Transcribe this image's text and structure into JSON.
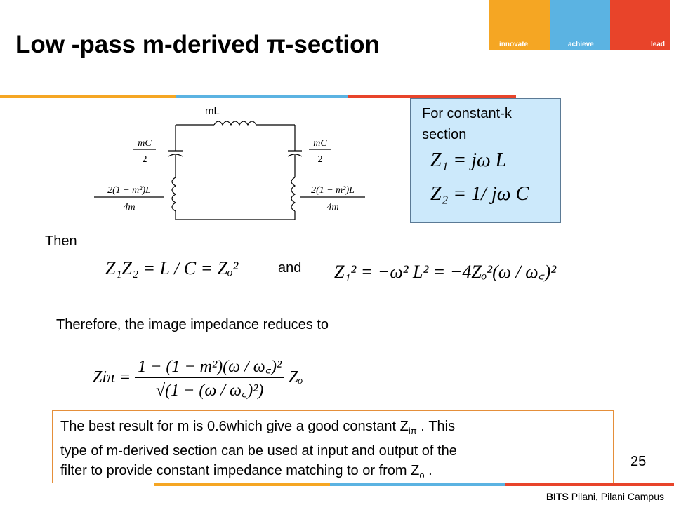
{
  "slide": {
    "title": "Low -pass m-derived π-section",
    "page_number": "25"
  },
  "logo": {
    "innovate": "innovate",
    "achieve": "achieve",
    "lead": "lead",
    "colors": [
      "#f5a623",
      "#5bb3e2",
      "#e8442a"
    ]
  },
  "circuit": {
    "series_label": "mL",
    "left_cap_num": "mC",
    "left_cap_den": "2",
    "right_cap_num": "mC",
    "right_cap_den": "2",
    "left_ind_num": "2(1 − m²)L",
    "left_ind_den": "4m",
    "right_ind_num": "2(1 − m²)L",
    "right_ind_den": "4m"
  },
  "constant_k": {
    "heading": "For constant-k section",
    "z1": "Z₁ = jω L",
    "z2": "Z₂ = 1/ jω C"
  },
  "then_label": "Then",
  "eq1": "Z₁Z₂ = L / C = Zₒ²",
  "and_label": "and",
  "eq2": "Z₁² = −ω² L² = −4Zₒ²(ω / ω꜀)²",
  "therefore_text": "Therefore, the image impedance reduces to",
  "zipi": {
    "lhs": "Ziπ =",
    "numerator": "1 − (1 − m²)(ω / ω꜀)²",
    "denominator": "√(1 − (ω / ω꜀)²)",
    "rhs": "Zₒ"
  },
  "note": {
    "line1": "The best result for m is 0.6which give a good constant Z",
    "line1_sub": "iπ",
    "line1_end": " . This",
    "line2": "type of m-derived section can be used at input and output of the",
    "line3": "filter to provide constant impedance matching to or from Z",
    "line3_sub": "o",
    "line3_end": " ."
  },
  "footer": {
    "bold": "BITS",
    "rest": " Pilani, Pilani Campus"
  }
}
